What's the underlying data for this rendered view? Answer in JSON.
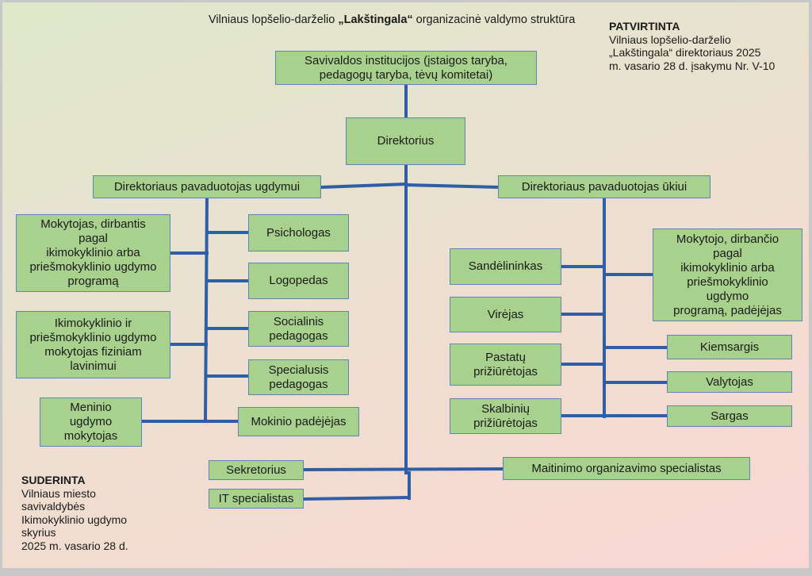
{
  "title": {
    "prefix": "Vilniaus lopšelio-darželio ",
    "name": "„Lakštingala“",
    "suffix": " organizacinė valdymo struktūra"
  },
  "approved": {
    "heading": "PATVIRTINTA",
    "text": "Vilniaus lopšelio-darželio\n„Lakštingala“ direktoriaus 2025\nm. vasario 28 d. įsakymu Nr. V-10"
  },
  "agreed": {
    "heading": "SUDERINTA",
    "text": "Vilniaus miesto\nsavivaldybės\nIkimokyklinio ugdymo\nskyrius\n2025 m. vasario 28 d."
  },
  "colors": {
    "box_fill": "#a9d18e",
    "box_border": "#5b86b8",
    "connector": "#2e5fa6"
  },
  "nodes": {
    "self_gov": "Savivaldos institucijos (įstaigos taryba,\npedagogų taryba, tėvų komitetai)",
    "director": "Direktorius",
    "deputy_edu": "Direktoriaus pavaduotojas ugdymui",
    "deputy_econ": "Direktoriaus pavaduotojas ūkiui",
    "teacher_preschool": "Mokytojas, dirbantis\npagal\nikimokyklinio arba\npriešmokyklinio ugdymo\nprogramą",
    "teacher_pe": "Ikimokyklinio ir\npriešmokyklinio ugdymo\nmokytojas fiziniam\nlavinimui",
    "teacher_art": "Meninio\nugdymo\nmokytojas",
    "psychologist": "Psichologas",
    "speech_therapist": "Logopedas",
    "social_pedagogue": "Socialinis\npedagogas",
    "special_pedagogue": "Specialusis\npedagogas",
    "pupil_assistant": "Mokinio padėjėjas",
    "storekeeper": "Sandėlininkas",
    "cook": "Virėjas",
    "building_keeper": "Pastatų\nprižiūrėtojas",
    "laundry_keeper": "Skalbinių\nprižiūrėtojas",
    "teacher_assistant": "Mokytojo, dirbančio\npagal\nikimokyklinio arba\npriešmokyklinio\nugdymo\nprogramą, padėjėjas",
    "yard_keeper": "Kiemsargis",
    "cleaner": "Valytojas",
    "guard": "Sargas",
    "secretary": "Sekretorius",
    "it_specialist": "IT specialistas",
    "catering_specialist": "Maitinimo organizavimo specialistas"
  }
}
